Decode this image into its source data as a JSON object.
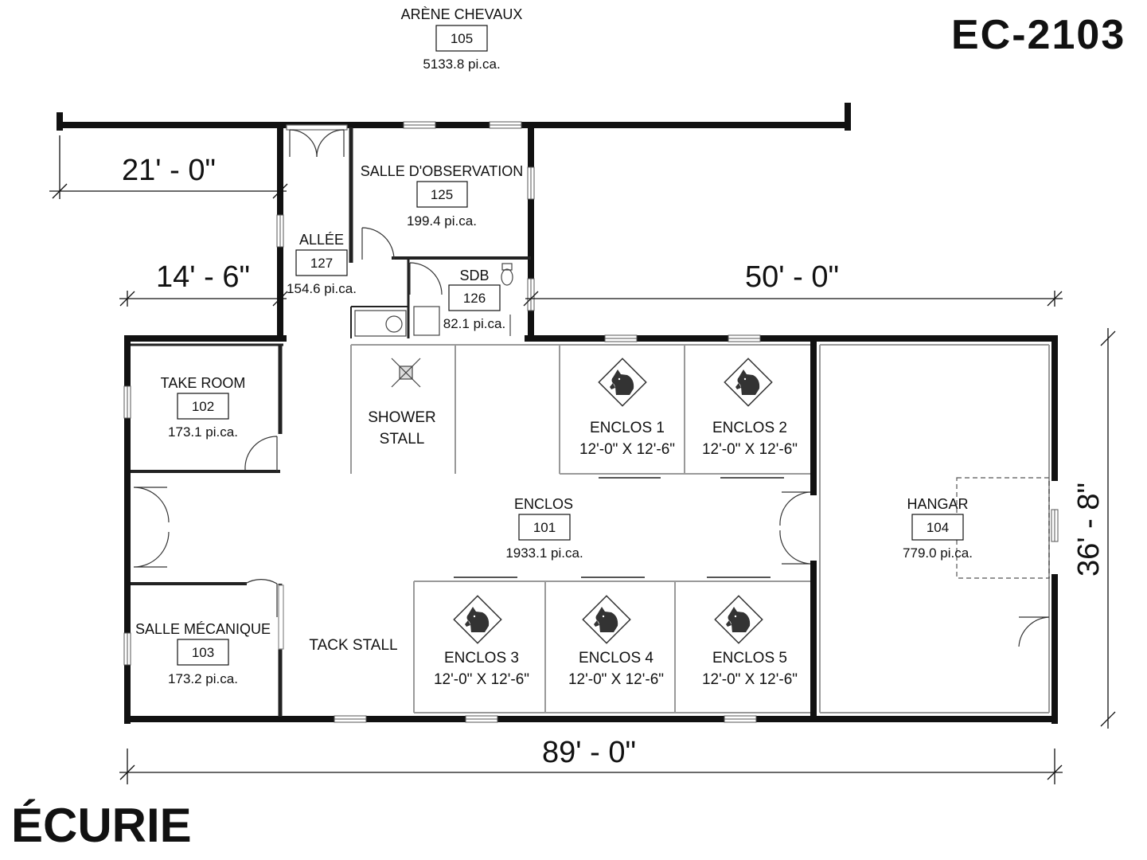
{
  "plan_code": "EC-2103",
  "plan_name": "ÉCURIE",
  "rooms": {
    "arene": {
      "name": "ARÈNE CHEVAUX",
      "number": "105",
      "area": "5133.8 pi.ca."
    },
    "observation": {
      "name": "SALLE D'OBSERVATION",
      "number": "125",
      "area": "199.4 pi.ca."
    },
    "allee": {
      "name": "ALLÉE",
      "number": "127",
      "area": "154.6 pi.ca."
    },
    "sdb": {
      "name": "SDB",
      "number": "126",
      "area": "82.1 pi.ca."
    },
    "take_room": {
      "name": "TAKE ROOM",
      "number": "102",
      "area": "173.1 pi.ca."
    },
    "mecanique": {
      "name": "SALLE MÉCANIQUE",
      "number": "103",
      "area": "173.2 pi.ca."
    },
    "enclos": {
      "name": "ENCLOS",
      "number": "101",
      "area": "1933.1 pi.ca."
    },
    "hangar": {
      "name": "HANGAR",
      "number": "104",
      "area": "779.0 pi.ca."
    }
  },
  "labels": {
    "shower_1": "SHOWER",
    "shower_2": "STALL",
    "tack": "TACK STALL"
  },
  "stalls": [
    {
      "name": "ENCLOS 1",
      "size": "12'-0\" X 12'-6\""
    },
    {
      "name": "ENCLOS 2",
      "size": "12'-0\" X 12'-6\""
    },
    {
      "name": "ENCLOS 3",
      "size": "12'-0\" X 12'-6\""
    },
    {
      "name": "ENCLOS 4",
      "size": "12'-0\" X 12'-6\""
    },
    {
      "name": "ENCLOS 5",
      "size": "12'-0\" X 12'-6\""
    }
  ],
  "dimensions": {
    "top_left": "21' - 0\"",
    "mid_left": "14' - 6\"",
    "mid_right": "50' - 0\"",
    "height": "36' - 8\"",
    "bottom": "89' - 0\""
  },
  "icons": {
    "stall": "horse-head-icon"
  }
}
